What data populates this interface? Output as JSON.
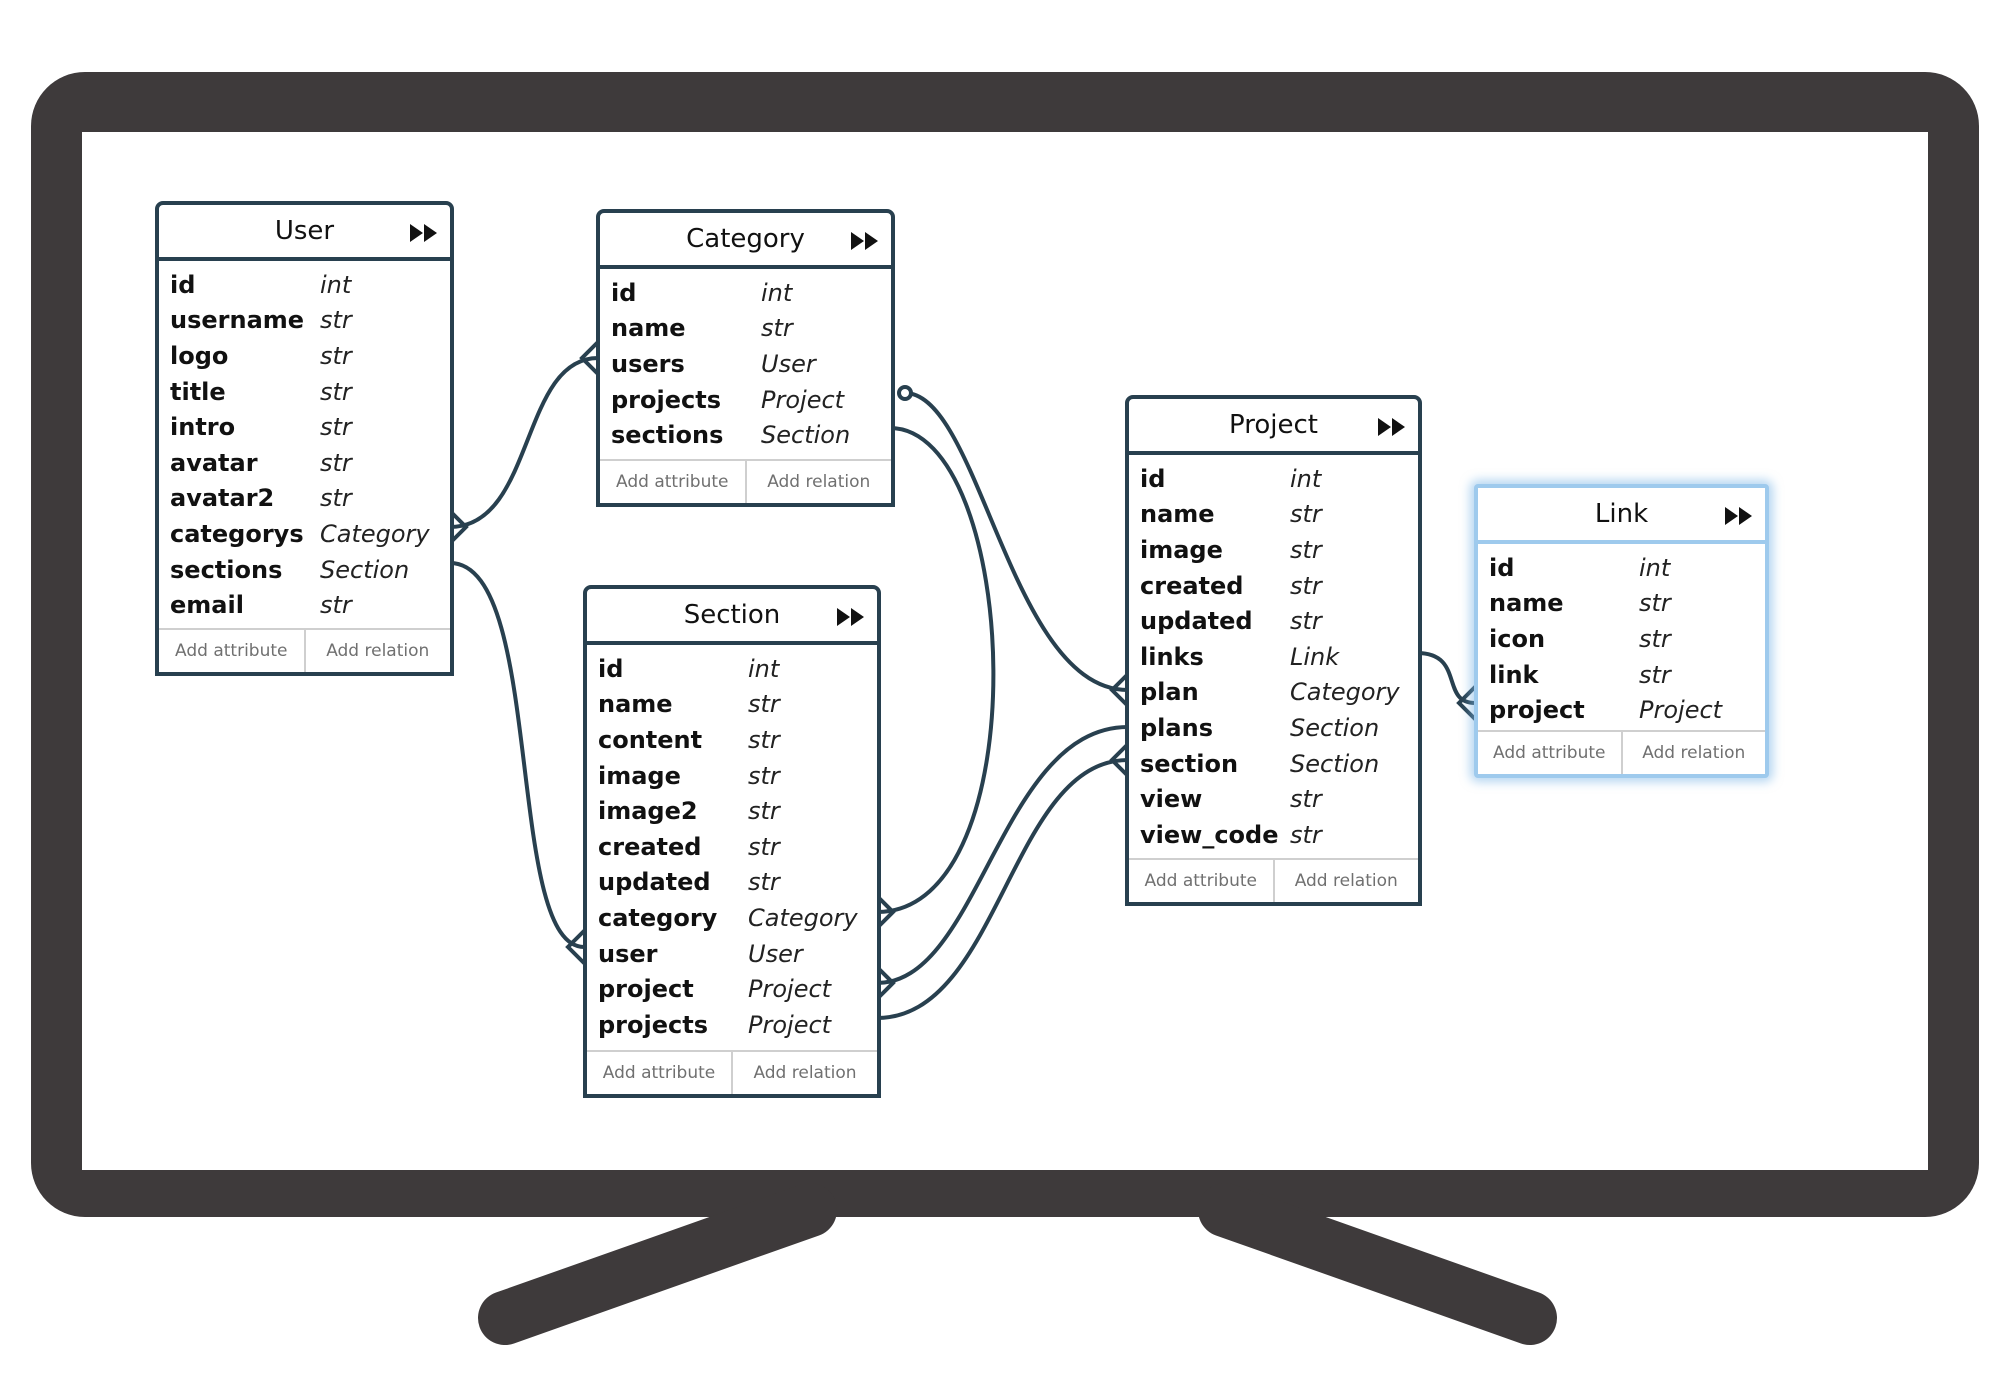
{
  "colors": {
    "monitor": "#3e3a3b",
    "entity_border": "#28404f",
    "relation_line": "#28404f",
    "selected_border": "#9ecaed",
    "footer_text": "#707070"
  },
  "entities": [
    {
      "id": "user",
      "title": "User",
      "selected": false,
      "attributes": [
        {
          "name": "id",
          "type": "int"
        },
        {
          "name": "username",
          "type": "str"
        },
        {
          "name": "logo",
          "type": "str"
        },
        {
          "name": "title",
          "type": "str"
        },
        {
          "name": "intro",
          "type": "str"
        },
        {
          "name": "avatar",
          "type": "str"
        },
        {
          "name": "avatar2",
          "type": "str"
        },
        {
          "name": "categorys",
          "type": "Category"
        },
        {
          "name": "sections",
          "type": "Section"
        },
        {
          "name": "email",
          "type": "str"
        }
      ],
      "add_attribute": "Add attribute",
      "add_relation": "Add relation"
    },
    {
      "id": "category",
      "title": "Category",
      "selected": false,
      "attributes": [
        {
          "name": "id",
          "type": "int"
        },
        {
          "name": "name",
          "type": "str"
        },
        {
          "name": "users",
          "type": "User"
        },
        {
          "name": "projects",
          "type": "Project"
        },
        {
          "name": "sections",
          "type": "Section"
        }
      ],
      "add_attribute": "Add attribute",
      "add_relation": "Add relation"
    },
    {
      "id": "section",
      "title": "Section",
      "selected": false,
      "attributes": [
        {
          "name": "id",
          "type": "int"
        },
        {
          "name": "name",
          "type": "str"
        },
        {
          "name": "content",
          "type": "str"
        },
        {
          "name": "image",
          "type": "str"
        },
        {
          "name": "image2",
          "type": "str"
        },
        {
          "name": "created",
          "type": "str"
        },
        {
          "name": "updated",
          "type": "str"
        },
        {
          "name": "category",
          "type": "Category"
        },
        {
          "name": "user",
          "type": "User"
        },
        {
          "name": "project",
          "type": "Project"
        },
        {
          "name": "projects",
          "type": "Project"
        }
      ],
      "add_attribute": "Add attribute",
      "add_relation": "Add relation"
    },
    {
      "id": "project",
      "title": "Project",
      "selected": false,
      "attributes": [
        {
          "name": "id",
          "type": "int"
        },
        {
          "name": "name",
          "type": "str"
        },
        {
          "name": "image",
          "type": "str"
        },
        {
          "name": "created",
          "type": "str"
        },
        {
          "name": "updated",
          "type": "str"
        },
        {
          "name": "links",
          "type": "Link"
        },
        {
          "name": "plan",
          "type": "Category"
        },
        {
          "name": "plans",
          "type": "Section"
        },
        {
          "name": "section",
          "type": "Section"
        },
        {
          "name": "view",
          "type": "str"
        },
        {
          "name": "view_code",
          "type": "str"
        }
      ],
      "add_attribute": "Add attribute",
      "add_relation": "Add relation"
    },
    {
      "id": "link",
      "title": "Link",
      "selected": true,
      "attributes": [
        {
          "name": "id",
          "type": "int"
        },
        {
          "name": "name",
          "type": "str"
        },
        {
          "name": "icon",
          "type": "str"
        },
        {
          "name": "link",
          "type": "str"
        },
        {
          "name": "project",
          "type": "Project"
        }
      ],
      "add_attribute": "Add attribute",
      "add_relation": "Add relation"
    }
  ]
}
